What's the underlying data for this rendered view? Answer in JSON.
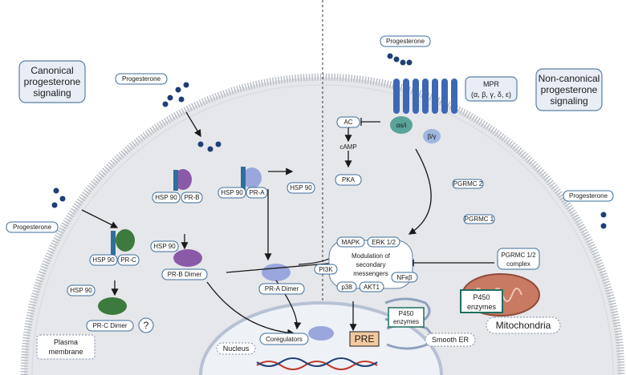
{
  "left_panel": {
    "title_line1": "Canonical",
    "title_line2": "progesterone",
    "title_line3": "signaling",
    "progesterone_top": "Progesterone",
    "progesterone_left": "Progesterone",
    "hsp90_prb": "HSP 90",
    "pr_b": "PR-B",
    "hsp90_pra": "HSP 90",
    "pr_a": "PR-A",
    "hsp90_right": "HSP 90",
    "hsp90_prb_free": "HSP 90",
    "hsp90_prc": "HSP 90",
    "pr_c": "PR-C",
    "hsp90_free_c": "HSP 90",
    "pr_a_dimer": "PR-A Dimer",
    "pr_b_dimer": "PR-B Dimer",
    "pr_c_dimer": "PR-C Dimer",
    "question_mark": "?",
    "plasma_membrane_line1": "Plasma",
    "plasma_membrane_line2": "membrane",
    "nucleus": "Nucleus",
    "coregulators": "Coregulators",
    "pre": "PRE"
  },
  "right_panel": {
    "title_line1": "Non-canonical",
    "title_line2": "progesterone",
    "title_line3": "signaling",
    "progesterone_top": "Progesterone",
    "progesterone_right": "Progesterone",
    "mpr_line1": "MPR",
    "mpr_line2": "(α, β, γ, δ, ε)",
    "g_alpha": "αs/i",
    "g_beta": "β/γ",
    "ac": "AC",
    "camp": "cAMP",
    "pka": "PKA",
    "pgrmc2": "PGRMC 2",
    "pgrmc1": "PGRMC 1",
    "pgrmc_complex_line1": "PGRMC 1/2",
    "pgrmc_complex_line2": "complex",
    "p450_mito_line1": "P450",
    "p450_mito_line2": "enzymes",
    "mitochondria": "Mitochondria",
    "p450_er_line1": "P450",
    "p450_er_line2": "enzymes",
    "smooth_er": "Smooth ER"
  },
  "center": {
    "modulation_line1": "Modulation of",
    "modulation_line2": "secondary",
    "modulation_line3": "messengers",
    "mapk": "MAPK",
    "erk": "ERK 1/2",
    "pi3k": "PI3K",
    "nfkb": "NFκβ",
    "p38": "p38",
    "akt1": "AKT1"
  },
  "colors": {
    "cell_fill": "#e6e7ea",
    "membrane": "#bfc4cc",
    "receptor_blue": "#2f6f9c",
    "pr_purple": "#8a5aa8",
    "pr_lavender": "#9aa7dd",
    "pr_green": "#3d7a3d",
    "steroid_navy": "#1f3f75",
    "mito_brown": "#a0604a",
    "pre_orange": "#f4c9a0"
  }
}
